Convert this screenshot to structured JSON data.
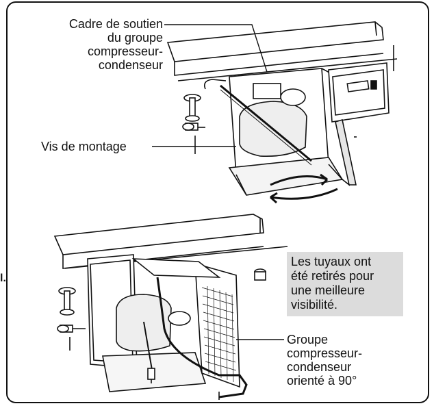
{
  "labels": {
    "support_frame": [
      "Cadre de soutien",
      "du groupe",
      "compresseur-",
      "condenseur"
    ],
    "mounting_screw": "Vis de montage",
    "note": [
      "Les tuyaux ont",
      "été retirés pour",
      "une meilleure",
      "visibilité."
    ],
    "unit_rotated": [
      "Groupe",
      "compresseur-",
      "condenseur",
      "orienté à 90°"
    ],
    "stray_fragment": "l."
  },
  "colors": {
    "line": "#111111",
    "callout_bg": "#dcdcdc",
    "shade": "#e6e6e6"
  },
  "icons": [
    "rotation-arrows-icon"
  ]
}
